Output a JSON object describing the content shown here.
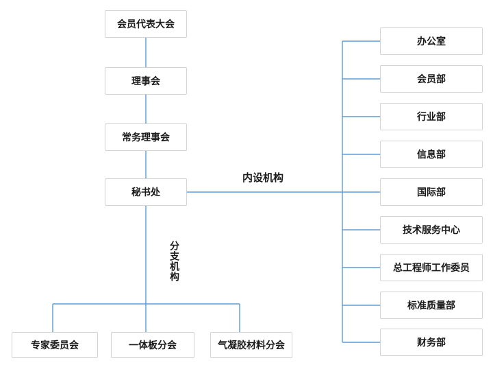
{
  "colors": {
    "connector_line": "#5B9BD5",
    "node_border": "#D4D4D4",
    "node_background": "#FFFFFF",
    "node_text": "#1A1A1A",
    "page_background": "#FFFFFF"
  },
  "org_chart": {
    "labels": {
      "internal": "内设机构",
      "branch": "分支机构"
    },
    "main_chain": [
      "会员代表大会",
      "理事会",
      "常务理事会",
      "秘书处"
    ],
    "internal_departments": [
      "办公室",
      "会员部",
      "行业部",
      "信息部",
      "国际部",
      "技术服务中心",
      "总工程师工作委员",
      "标准质量部",
      "财务部"
    ],
    "branches": [
      "专家委员会",
      "一体板分会",
      "气凝胶材料分会"
    ]
  }
}
